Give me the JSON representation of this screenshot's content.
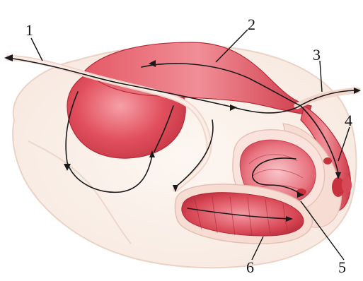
{
  "labels": [
    "1",
    "2",
    "3",
    "4",
    "5",
    "6"
  ],
  "colors": {
    "background": "#ffffff",
    "body_outline": "#f3e1d6",
    "body_fill": "#fbf1ea",
    "organ_dark": "#c8323f",
    "organ_mid": "#e25a67",
    "organ_light": "#f3a7ae",
    "vessel": "#f7d4c9",
    "arrows": "#1a1a1a"
  }
}
